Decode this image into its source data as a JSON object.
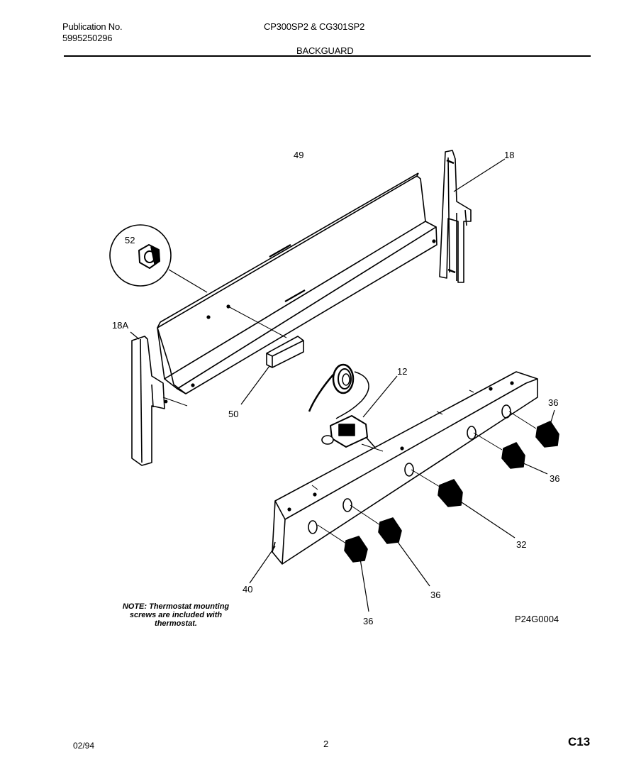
{
  "header": {
    "publication_label": "Publication No.",
    "publication_number": "5995250296",
    "models": "CP300SP2 & CG301SP2",
    "section_title": "BACKGUARD"
  },
  "callouts": {
    "p49": "49",
    "p18": "18",
    "p52": "52",
    "p18a": "18A",
    "p50": "50",
    "p12": "12",
    "p36_a": "36",
    "p36_b": "36",
    "p32": "32",
    "p36_c": "36",
    "p36_d": "36",
    "p40": "40"
  },
  "note": "NOTE: Thermostat mounting screws are included with thermostat.",
  "figure_code": "P24G0004",
  "footer": {
    "date": "02/94",
    "page": "2",
    "code": "C13"
  }
}
